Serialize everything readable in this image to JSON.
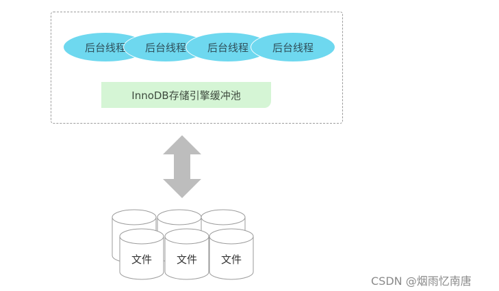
{
  "threads": [
    {
      "label": "后台线程"
    },
    {
      "label": "后台线程"
    },
    {
      "label": "后台线程"
    },
    {
      "label": "后台线程"
    }
  ],
  "buffer_pool": {
    "label": "InnoDB存储引擎缓冲池"
  },
  "files": [
    {
      "label": "文件"
    },
    {
      "label": "文件"
    },
    {
      "label": "文件"
    }
  ],
  "watermark": "CSDN @烟雨忆南唐",
  "colors": {
    "thread_fill": "#6ed8ef",
    "pool_fill": "#d5f5d5",
    "arrow": "#bdbdbd",
    "cylinder_stroke": "#9a9a9a"
  }
}
